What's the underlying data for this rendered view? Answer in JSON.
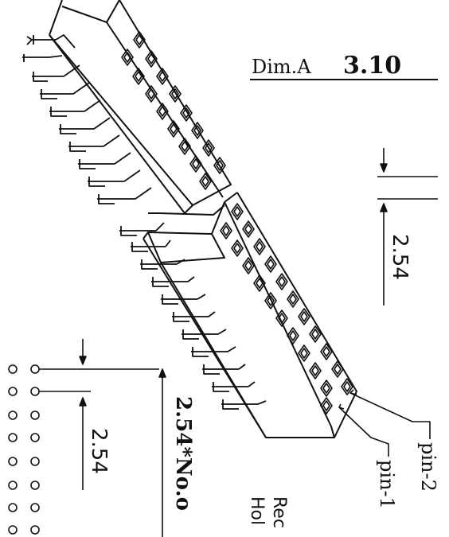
{
  "dim_a": {
    "label": "Dim.A",
    "value": "3.10"
  },
  "pitch_top": "2.54",
  "pitch_left": "2.54",
  "length_label": "2.54*No.o",
  "pin_labels": {
    "pin2": "pin-2",
    "pin1": "pin-1"
  },
  "note_lines": [
    "Rec",
    "Hol"
  ],
  "colors": {
    "line": "#111111",
    "background": "#ffffff"
  },
  "icons": [
    "pin-header-drawing",
    "dimension-arrow",
    "pcb-hole"
  ]
}
